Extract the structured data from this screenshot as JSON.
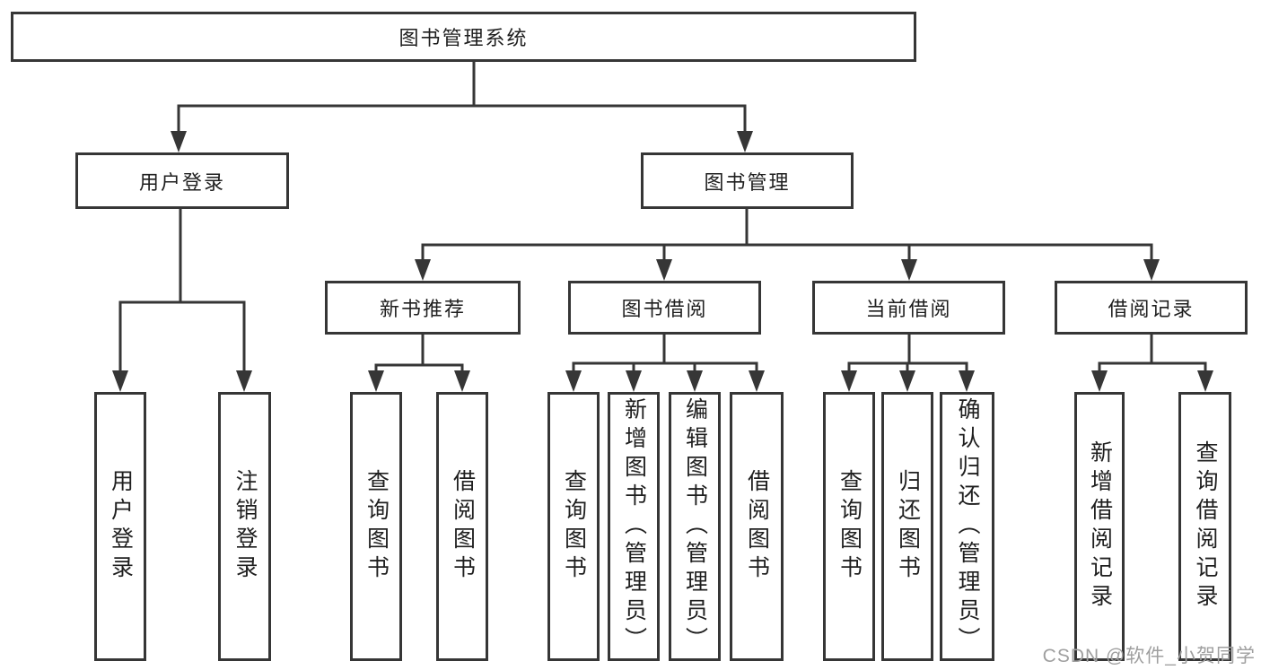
{
  "tree": {
    "label": "图书管理系统",
    "children": [
      {
        "label": "用户登录",
        "children": [
          {
            "label": "用户登录"
          },
          {
            "label": "注销登录"
          }
        ]
      },
      {
        "label": "图书管理",
        "children": [
          {
            "label": "新书推荐",
            "children": [
              {
                "label": "查询图书"
              },
              {
                "label": "借阅图书"
              }
            ]
          },
          {
            "label": "图书借阅",
            "children": [
              {
                "label": "查询图书"
              },
              {
                "label": "新增图书（管理员）"
              },
              {
                "label": "编辑图书（管理员）"
              },
              {
                "label": "借阅图书"
              }
            ]
          },
          {
            "label": "当前借阅",
            "children": [
              {
                "label": "查询图书"
              },
              {
                "label": "归还图书"
              },
              {
                "label": "确认归还（管理员）"
              }
            ]
          },
          {
            "label": "借阅记录",
            "children": [
              {
                "label": "新增借阅记录"
              },
              {
                "label": "查询借阅记录"
              }
            ]
          }
        ]
      }
    ]
  },
  "watermark": {
    "text": "CSDN @软件_小贺同学"
  },
  "colors": {
    "line": "#363636",
    "box_border": "#363636",
    "box_fill": "#ffffff",
    "text": "#1f1f1f",
    "watermark": "#9f9f9f",
    "background": "#ffffff"
  }
}
